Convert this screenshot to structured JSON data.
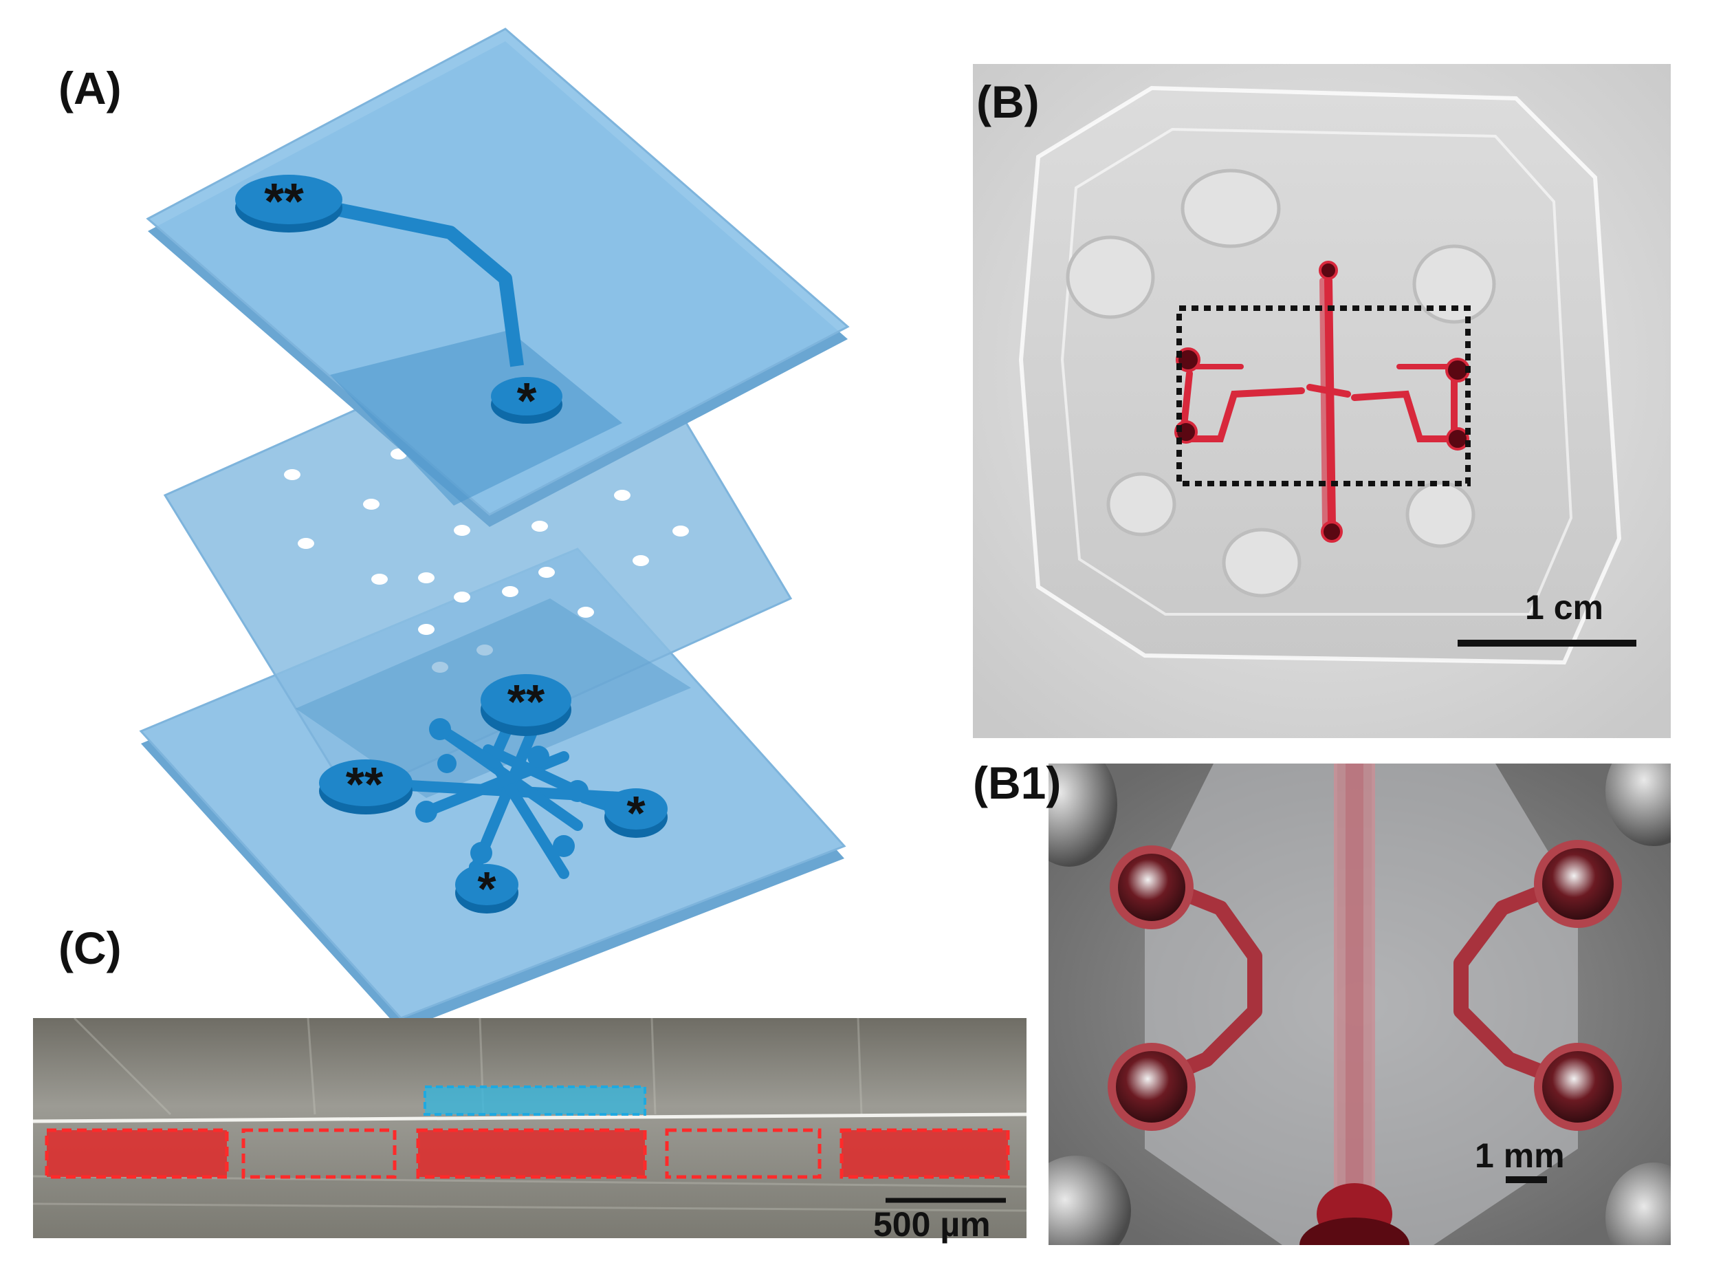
{
  "panels": {
    "a": {
      "label": "(A)"
    },
    "b": {
      "label": "(B)",
      "scale_bar": "1 cm"
    },
    "b1": {
      "label": "(B1)",
      "scale_bar": "1 mm"
    },
    "c": {
      "label": "(C)",
      "scale_bar": "500 µm"
    }
  },
  "diagram": {
    "top_inlet_double": "**",
    "top_inlet_single": "*",
    "bottom_inlet_top": "**",
    "bottom_inlet_left": "**",
    "bottom_inlet_right": "*",
    "bottom_inlet_bottom": "*"
  },
  "colors": {
    "layer_fill": "#8ec3e8",
    "layer_edge": "#6fa9d6",
    "channel": "#1f86c9",
    "channel_dark": "#0e5f99",
    "dye": "#d8283c",
    "dashed_black": "#111111",
    "dashed_red": "#ff2a2a",
    "dashed_cyan": "#1fa9e0"
  }
}
